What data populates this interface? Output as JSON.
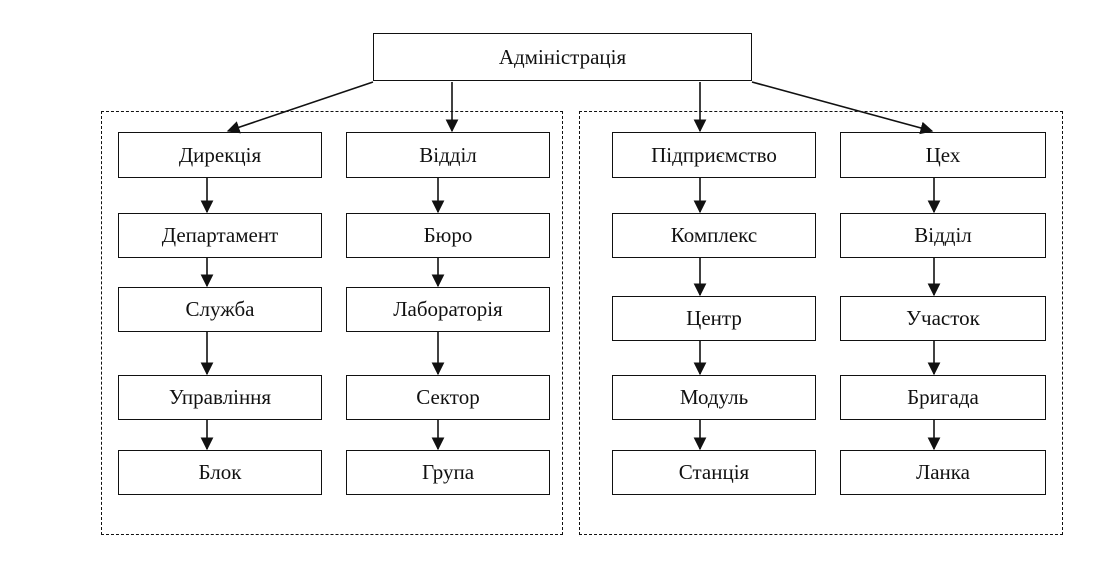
{
  "root": {
    "label": "Адміністрація"
  },
  "columns": [
    {
      "items": [
        "Дирекція",
        "Департамент",
        "Служба",
        "Управління",
        "Блок"
      ]
    },
    {
      "items": [
        "Відділ",
        "Бюро",
        "Лабораторія",
        "Сектор",
        "Група"
      ]
    },
    {
      "items": [
        "Підприємство",
        "Комплекс",
        "Центр",
        "Модуль",
        "Станція"
      ]
    },
    {
      "items": [
        "Цех",
        "Відділ",
        "Участок",
        "Бригада",
        "Ланка"
      ]
    }
  ]
}
